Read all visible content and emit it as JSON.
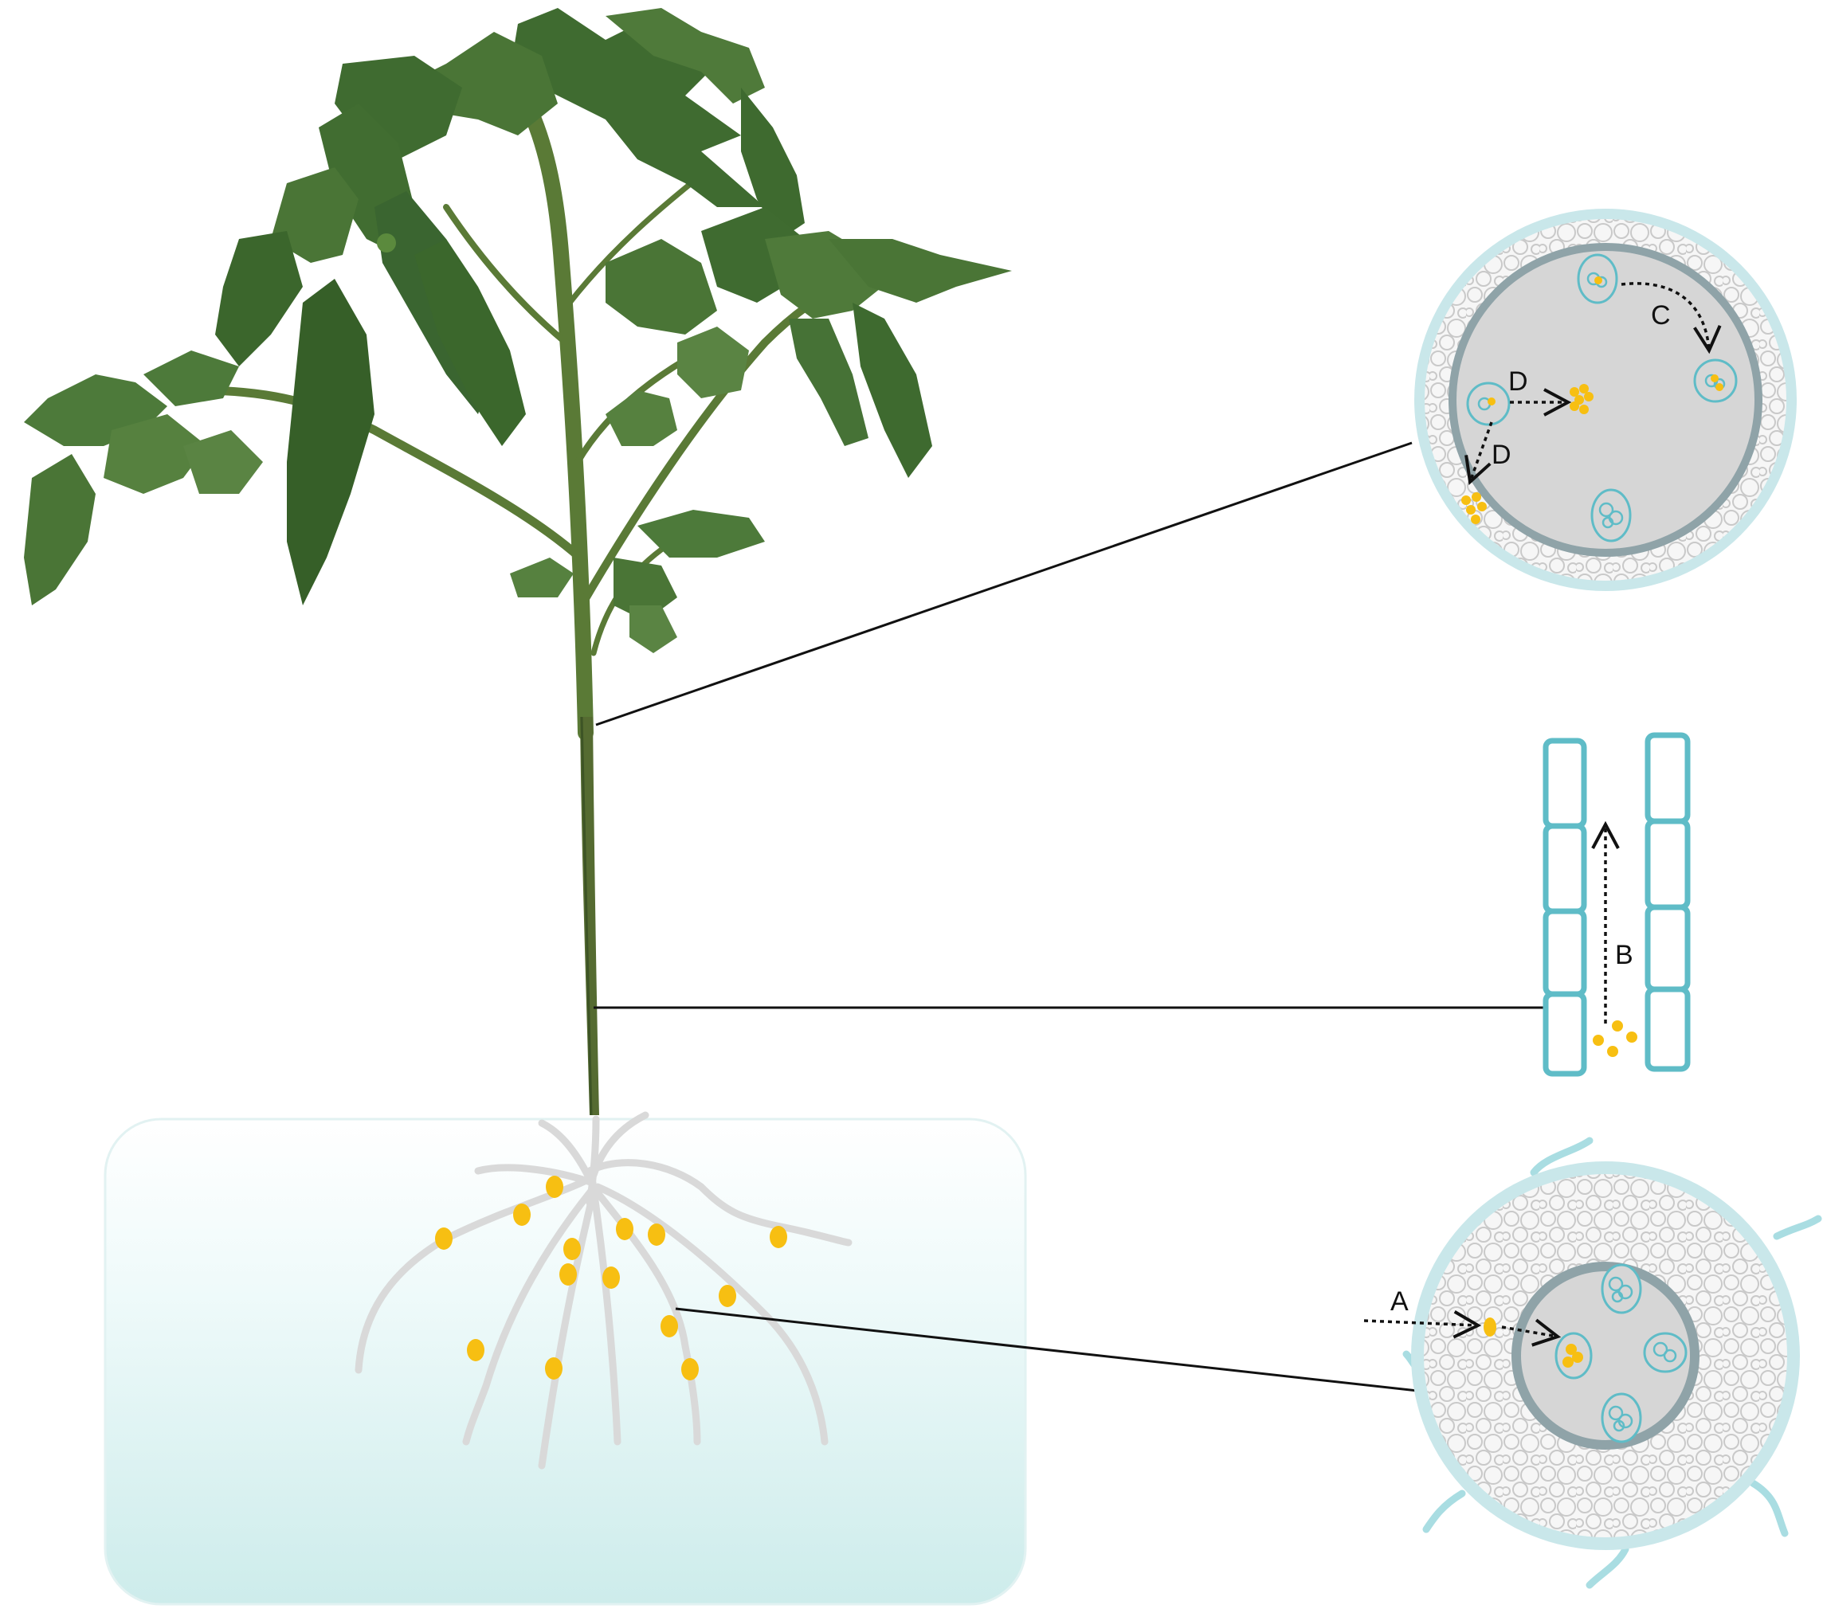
{
  "labels": {
    "A": "A",
    "B": "B",
    "C": "C",
    "D1": "D",
    "D2": "D"
  },
  "colors": {
    "leaf": "#3f6b30",
    "leaf_light": "#577f3f",
    "stem": "#556b31",
    "soil_top": "#ffffff",
    "soil_bottom": "#ccecea",
    "root": "#d9d9d9",
    "particle": "#f7bf12",
    "cell_outline": "#5fbcc7",
    "outer_ring": "#c9e7ea",
    "cortex": "#f5f5f5",
    "inner": "#d6d6d6",
    "inner_ring": "#8fa3a8",
    "line": "#111111"
  },
  "icons": [
    "tomato-plant-illustration",
    "stem-cross-section",
    "xylem-vessel",
    "root-cross-section",
    "nanoparticle-dot"
  ]
}
